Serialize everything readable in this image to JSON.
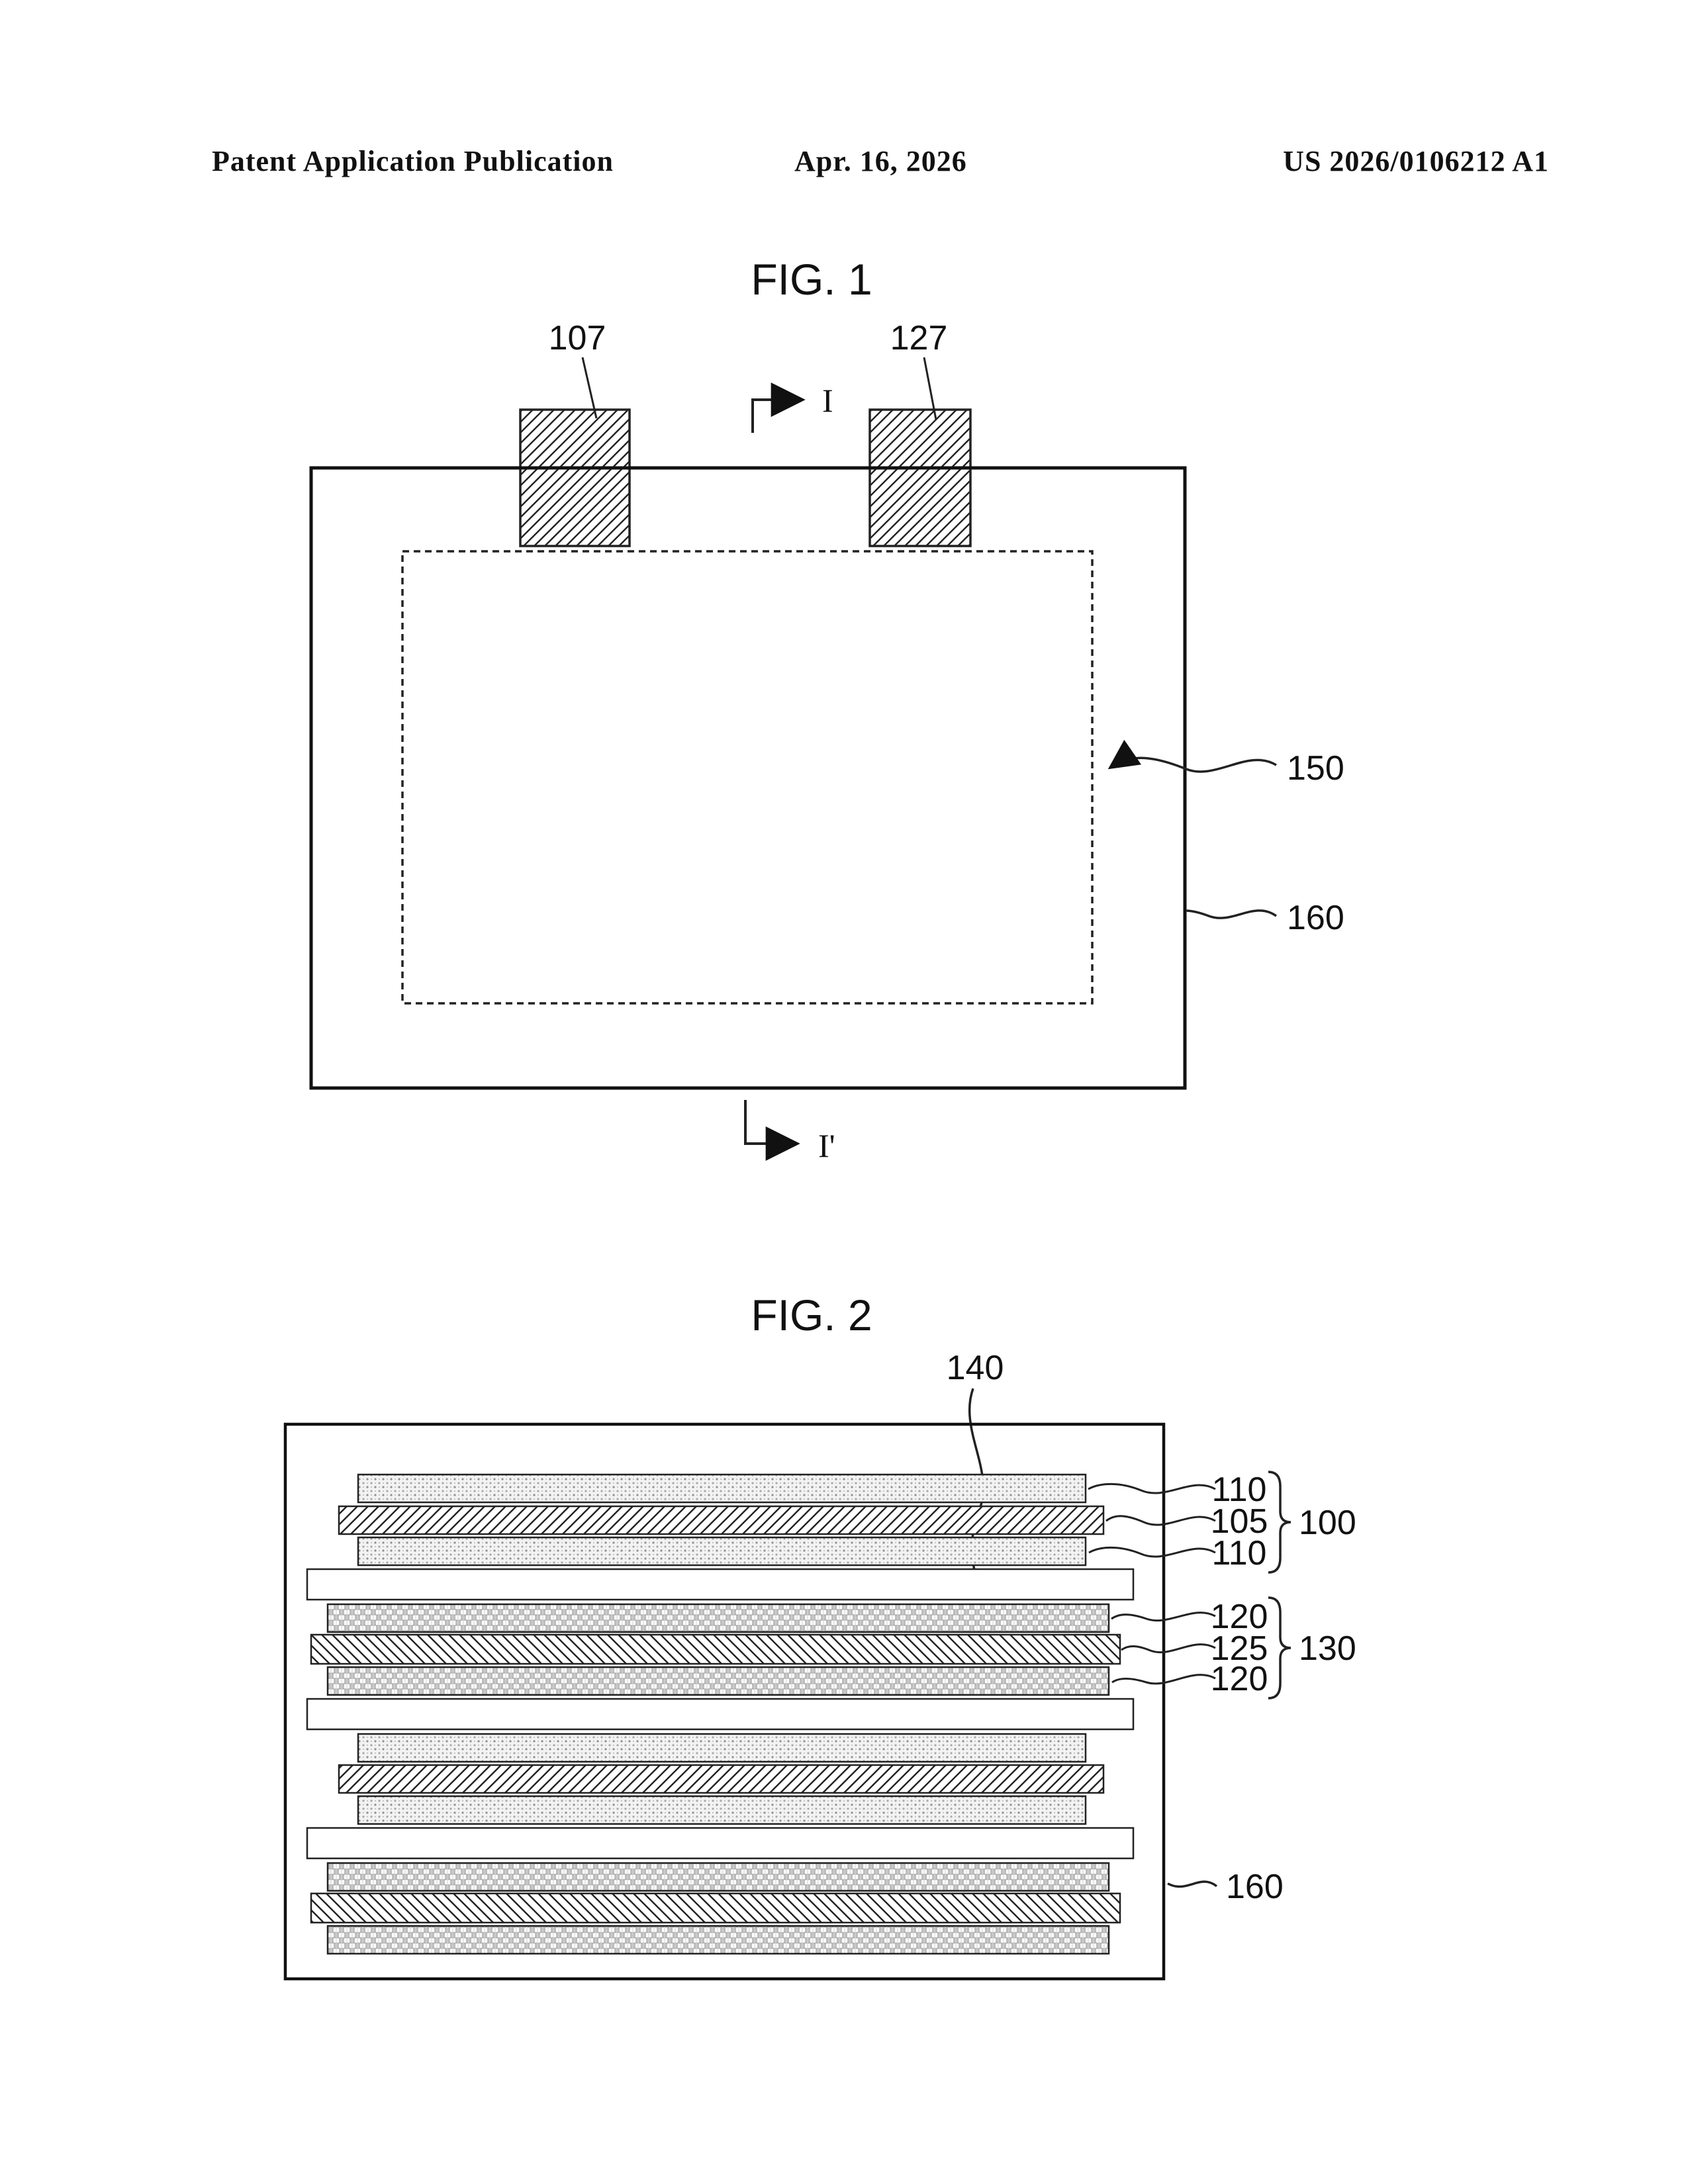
{
  "header": {
    "left": "Patent Application Publication",
    "center": "Apr. 16, 2026",
    "right": "US 2026/0106212 A1"
  },
  "fig1": {
    "title": "FIG. 1",
    "labels": {
      "tab_left": "107",
      "tab_right": "127",
      "dashed_region": "150",
      "case": "160",
      "section_top": "I",
      "section_bottom": "I'"
    }
  },
  "fig2": {
    "title": "FIG. 2",
    "labels": {
      "separator": "140",
      "layer_110_top": "110",
      "layer_105": "105",
      "layer_110_bottom": "110",
      "group_100": "100",
      "layer_120_top": "120",
      "layer_125": "125",
      "layer_120_bottom": "120",
      "group_130": "130",
      "case": "160"
    }
  }
}
